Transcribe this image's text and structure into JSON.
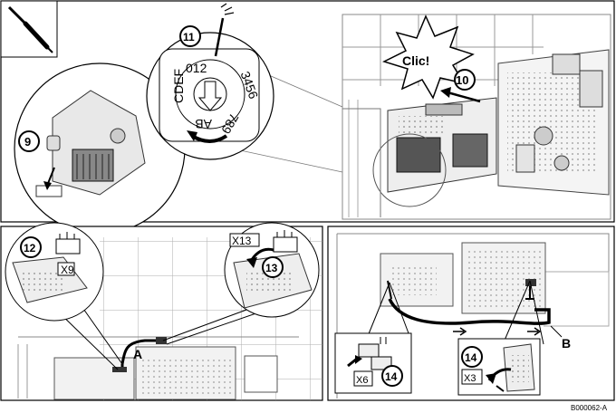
{
  "steps": {
    "s9": "9",
    "s10": "10",
    "s11": "11",
    "s12": "12",
    "s13": "13",
    "s14a": "14",
    "s14b": "14"
  },
  "callouts": {
    "clic": "Clic!",
    "A": "A",
    "B": "B"
  },
  "connectors": {
    "x9": "X9",
    "x13": "X13",
    "x6": "X6",
    "x3": "X3"
  },
  "dial": {
    "top": "012",
    "right": "3456",
    "bottom_right": "789",
    "bottom": "AB",
    "left": "CDEF"
  },
  "reference": "B000062-A"
}
